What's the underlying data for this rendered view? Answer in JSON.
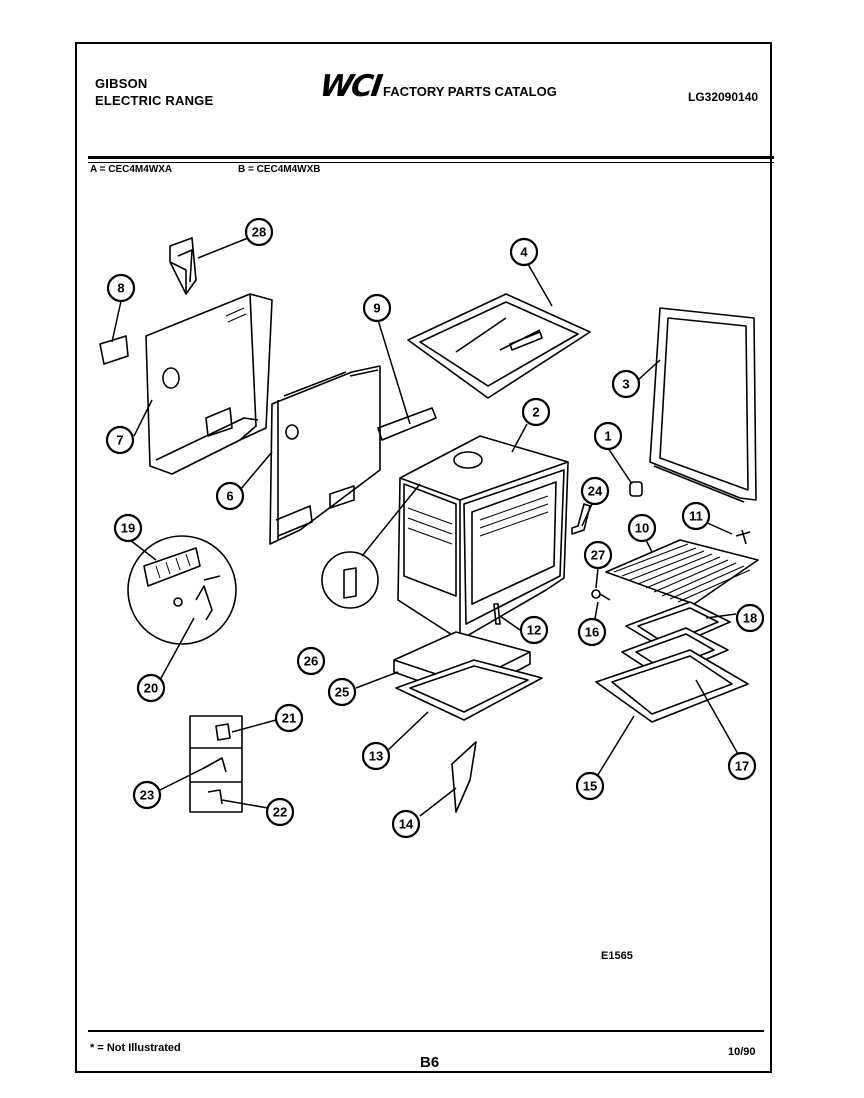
{
  "header": {
    "brand_line1": "GIBSON",
    "brand_line2": "ELECTRIC RANGE",
    "logo_text": "WCI",
    "catalog_title": "FACTORY PARTS CATALOG",
    "catalog_code": "LG32090140"
  },
  "models": {
    "a": "A = CEC4M4WXA",
    "b": "B = CEC4M4WXB"
  },
  "diagram": {
    "figure_code": "E1565",
    "callouts": [
      "1",
      "2",
      "3",
      "4",
      "6",
      "7",
      "8",
      "9",
      "10",
      "11",
      "12",
      "13",
      "14",
      "15",
      "16",
      "17",
      "18",
      "19",
      "20",
      "21",
      "22",
      "23",
      "24",
      "25",
      "26",
      "27",
      "28"
    ]
  },
  "footer": {
    "note": "* = Not Illustrated",
    "page": "B6",
    "date": "10/90"
  }
}
